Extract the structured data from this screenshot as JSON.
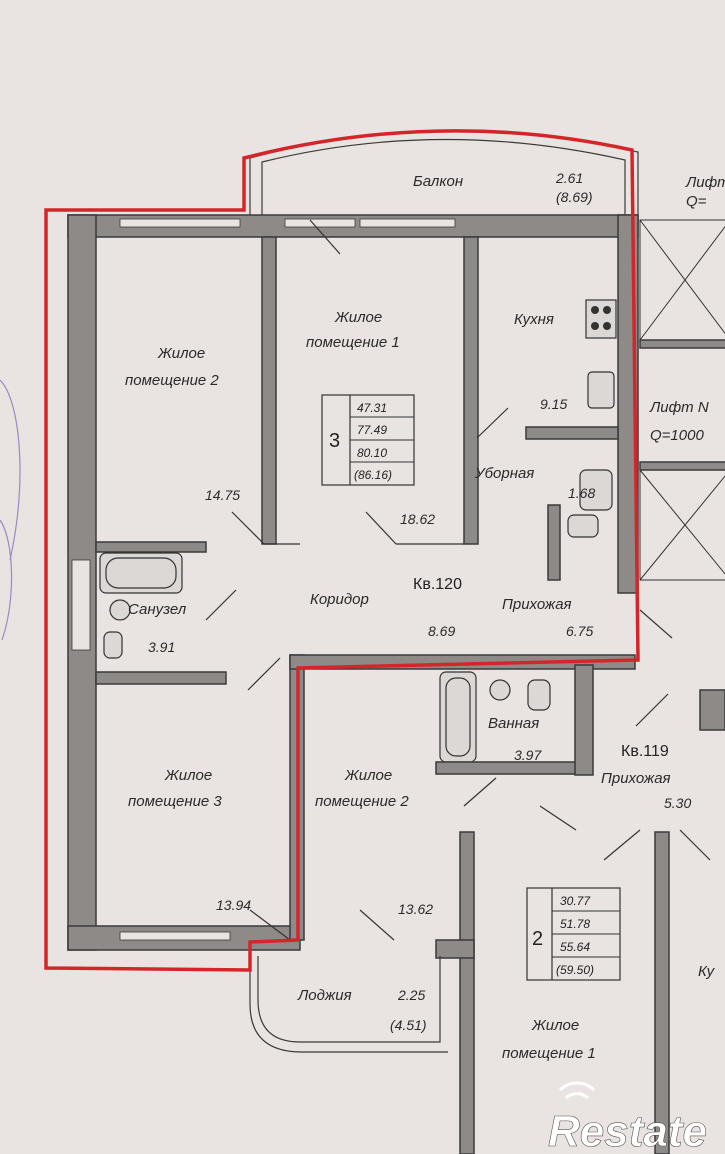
{
  "apartment_120": {
    "label": "Кв.120",
    "rooms_count": "3",
    "areas": [
      "47.31",
      "77.49",
      "80.10",
      "(86.16)"
    ],
    "rooms": {
      "balcony": {
        "name": "Балкон",
        "area": "2.61",
        "area_alt": "(8.69)"
      },
      "living1": {
        "name_line1": "Жилое",
        "name_line2": "помещение 1",
        "area": "18.62"
      },
      "living2": {
        "name_line1": "Жилое",
        "name_line2": "помещение 2",
        "area": "14.75"
      },
      "living3": {
        "name_line1": "Жилое",
        "name_line2": "помещение 3",
        "area": "13.94"
      },
      "kitchen": {
        "name": "Кухня",
        "area": "9.15"
      },
      "toilet": {
        "name": "Уборная",
        "area": "1.68"
      },
      "bathroom": {
        "name": "Санузел",
        "area": "3.91"
      },
      "corridor": {
        "name": "Коридор",
        "area": "8.69"
      },
      "hall": {
        "name": "Прихожая",
        "area": "6.75"
      }
    }
  },
  "apartment_119": {
    "label": "Кв.119",
    "rooms_count": "2",
    "areas": [
      "30.77",
      "51.78",
      "55.64",
      "(59.50)"
    ],
    "rooms": {
      "living2": {
        "name_line1": "Жилое",
        "name_line2": "помещение 2",
        "area": "13.62"
      },
      "living1": {
        "name_line1": "Жилое",
        "name_line2": "помещение 1"
      },
      "bath": {
        "name": "Ванная",
        "area": "3.97"
      },
      "hall": {
        "name": "Прихожая",
        "area": "5.30"
      },
      "loggia": {
        "name": "Лоджия",
        "area": "2.25",
        "area_alt": "(4.51)"
      },
      "kitchen_partial": {
        "name": "Ку"
      }
    }
  },
  "elevator": {
    "top_label": "Лифт",
    "top_capacity": "Q=",
    "label": "Лифт N",
    "capacity": "Q=1000"
  },
  "watermark": {
    "text": "Restate"
  },
  "colors": {
    "highlight": "#d4262a",
    "wall": "#8e8a88",
    "paper": "#e9e4e1"
  }
}
